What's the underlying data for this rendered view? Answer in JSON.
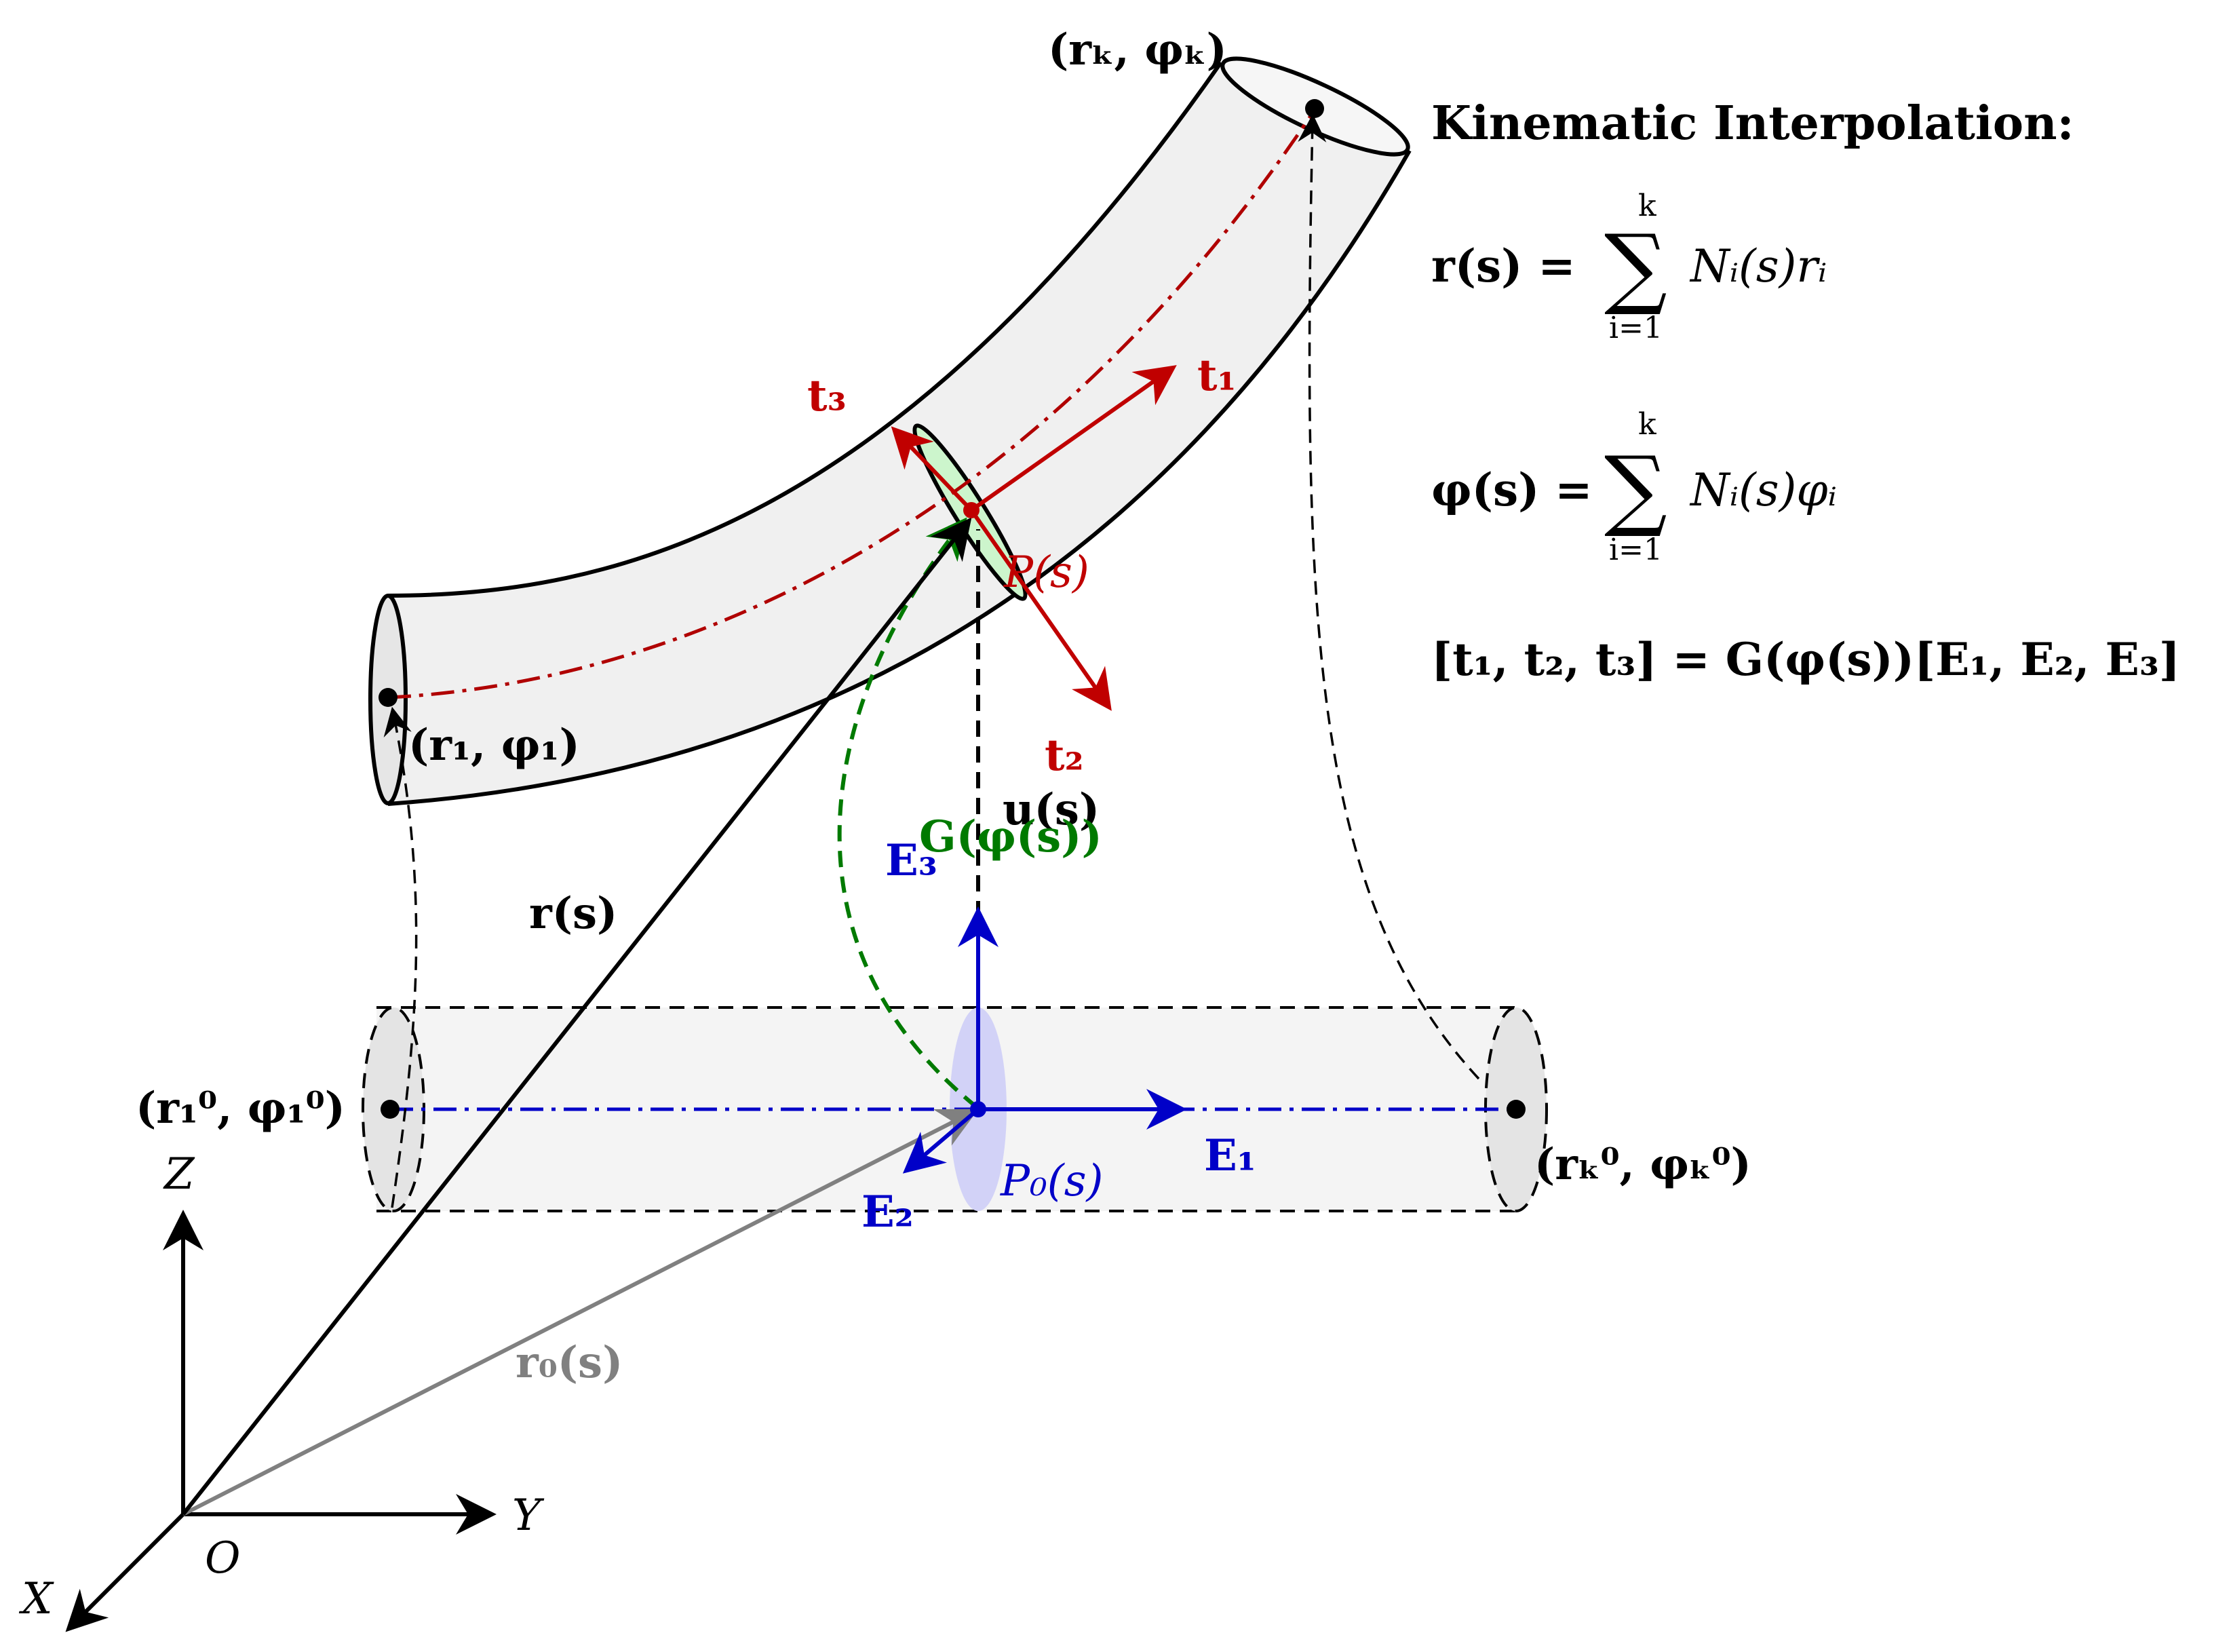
{
  "colors": {
    "black": "#000000",
    "red": "#c00000",
    "darkred": "#b00000",
    "blue": "#0000c8",
    "green": "#007a00",
    "gray": "#808080",
    "tube_fill": "#f0f0f0",
    "section_green": "#ccf5cc",
    "section_blue": "#d2d2f7"
  },
  "labels": {
    "rk_phik": "(rₖ, φₖ)",
    "r1_phi1": "(r₁, φ₁)",
    "r10_phi10": "(r₁⁰, φ₁⁰)",
    "rk0_phik0": "(rₖ⁰, φₖ⁰)",
    "t1": "t₁",
    "t2": "t₂",
    "t3": "t₃",
    "P_s": "P(s)",
    "u_s": "u(s)",
    "G_phi_s": "G(φ(s))",
    "E1": "E₁",
    "E2": "E₂",
    "E3": "E₃",
    "P0_s": "P₀(s)",
    "r_s": "r(s)",
    "r0_s": "r₀(s)",
    "axis_X": "X",
    "axis_Y": "Y",
    "axis_Z": "Z",
    "origin_O": "O"
  },
  "equations": {
    "title": "Kinematic Interpolation:",
    "eq1_lhs": "r(s) =",
    "eq1_rhs": "Nᵢ(s)rᵢ",
    "eq2_lhs": "φ(s) =",
    "eq2_rhs": "Nᵢ(s)φᵢ",
    "sum_symbol": "∑",
    "sum_upper": "k",
    "sum_lower": "i=1",
    "eq3": "[t₁, t₂, t₃] = G(φ(s))[E₁, E₂, E₃]"
  }
}
